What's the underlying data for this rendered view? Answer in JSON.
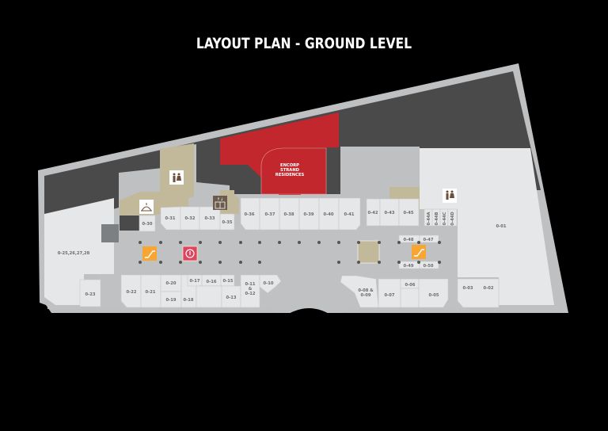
{
  "title": "LAYOUT PLAN - GROUND LEVEL",
  "colors": {
    "background": "#000000",
    "outline": "#bfc0c2",
    "carpark": "#4a4a4a",
    "unit": "#e6e7e8",
    "corridor": "#c0c1c3",
    "facility": "#c2b89a",
    "highlight": "#c1272d",
    "escalator": "#f7a533",
    "info": "#e0435a",
    "column": "#555555",
    "label": "#6b6b6b"
  },
  "highlight": {
    "name": "encorp-strand-residences",
    "lines": [
      "ENCORP",
      "STRAND",
      "RESIDENCES"
    ]
  },
  "units": {
    "u25": "0-25,26,27,28",
    "u23": "0-23",
    "u22": "0-22",
    "u21": "0-21",
    "u20": "0-20",
    "u19": "0-19",
    "u18": "0-18",
    "u17": "0-17",
    "u16": "0-16",
    "u15": "0-15",
    "u13": "0-13",
    "u11a": "0-11",
    "u11b": "&",
    "u11c": "0-12",
    "u10": "0-10",
    "u30": "0-30",
    "u31": "0-31",
    "u32": "0-32",
    "u33": "0-33",
    "u35": "0-35",
    "u36": "0-36",
    "u37": "0-37",
    "u38": "0-38",
    "u39": "0-39",
    "u40": "0-40",
    "u41": "0-41",
    "u42": "0-42",
    "u43": "0-43",
    "u45": "0-45",
    "u44a": "0-44A",
    "u44b": "0-44B",
    "u44c": "0-44C",
    "u44d": "0-44D",
    "u01": "0-01",
    "u48": "0-48",
    "u47": "0-47",
    "u49": "0-49",
    "u50": "0-50",
    "u08a": "0-08 &",
    "u08b": "0-09",
    "u07": "0-07",
    "u06": "0-06",
    "u05": "0-05",
    "u03": "0-03",
    "u02": "0-02"
  },
  "icons": {
    "toilet_left": "toilet-icon",
    "toilet_right": "toilet-icon",
    "prayer_room": "surau-icon",
    "lift": "lift-icon",
    "escalator_left": "escalator-icon",
    "escalator_right": "escalator-icon",
    "information": "info-icon"
  }
}
